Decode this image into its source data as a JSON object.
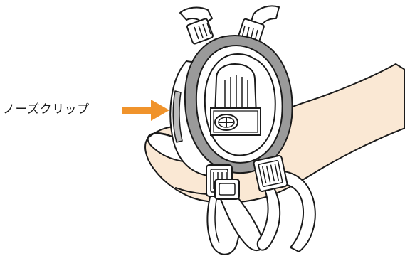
{
  "callout": {
    "label": "ノーズクリップ"
  },
  "colors": {
    "arrow": "#f0932b",
    "skin": "#fae8d4",
    "mask_rim": "#9a9a9a",
    "outline": "#1a1a1a",
    "strap": "#ffffff"
  },
  "icons": {
    "arrow": "right-arrow-icon",
    "hand": "hand-illustration",
    "mask": "respirator-mask-illustration"
  }
}
